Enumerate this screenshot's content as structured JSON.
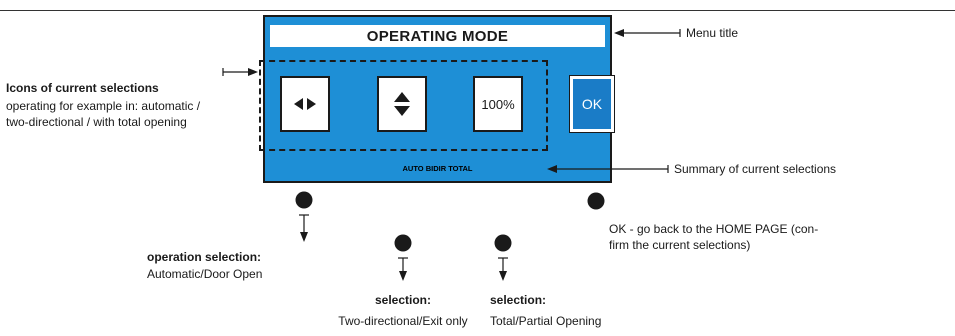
{
  "screen": {
    "title": "OPERATING MODE",
    "buttons": {
      "operation_icon": "left-right-arrows-icon",
      "direction_icon": "up-down-arrows-icon",
      "opening_label": "100%",
      "ok_label": "OK"
    },
    "summary": "AUTO BIDIR TOTAL"
  },
  "callouts": {
    "menu_title": "Menu title",
    "summary_label": "Summary of current selections",
    "icons_heading": "Icons of current selections",
    "icons_desc_line1": "operating for example in: automatic /",
    "icons_desc_line2": "two-directional / with total opening",
    "ok_line1": "OK - go back to the HOME PAGE (con-",
    "ok_line2": "firm the current selections)"
  },
  "selections": [
    {
      "title": "operation selection:",
      "desc": "Automatic/Door Open"
    },
    {
      "title": "selection:",
      "desc": "Two-directional/Exit only"
    },
    {
      "title": "selection:",
      "desc": "Total/Partial Opening"
    }
  ],
  "colors": {
    "screen_bg": "#1e8fd6",
    "ok_bg": "#1a7cc7",
    "outline": "#1a1a1a"
  }
}
